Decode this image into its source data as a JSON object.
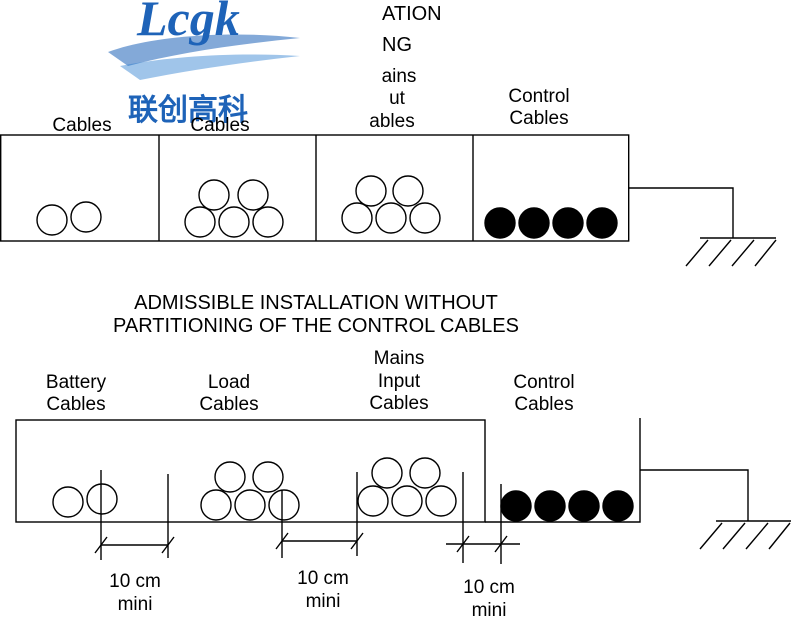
{
  "logo": {
    "latin": "Lcgk",
    "cjk": "联创高科",
    "color": "#1e63b8"
  },
  "top_section": {
    "heading_lines": [
      "ATION",
      "NG"
    ],
    "labels": {
      "battery": [
        "Cables"
      ],
      "load": [
        "Cables"
      ],
      "mains": [
        "ains",
        "ut",
        "ables"
      ],
      "control": [
        "Control",
        "Cables"
      ]
    }
  },
  "bottom_section": {
    "heading_lines": [
      "ADMISSIBLE INSTALLATION WITHOUT",
      "PARTITIONING OF THE CONTROL CABLES"
    ],
    "labels": {
      "battery": [
        "Battery",
        "Cables"
      ],
      "load": [
        "Load",
        "Cables"
      ],
      "mains": [
        "Mains",
        "Input",
        "Cables"
      ],
      "control": [
        "Control",
        "Cables"
      ]
    },
    "dimensions": [
      {
        "value": "10 cm",
        "note": "mini"
      },
      {
        "value": "10 cm",
        "note": "mini"
      },
      {
        "value": "10 cm",
        "note": "mini"
      }
    ]
  },
  "cable_counts": {
    "battery": 2,
    "load": 5,
    "mains": 5,
    "control": 4
  },
  "colors": {
    "line": "#000000",
    "control_cable_fill": "#000000",
    "power_cable_fill": "#ffffff"
  }
}
